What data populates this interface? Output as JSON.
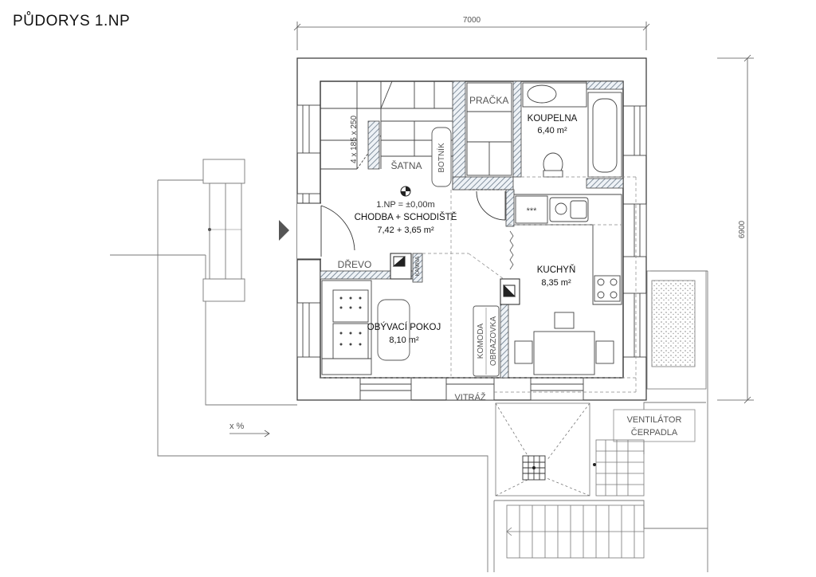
{
  "drawing": {
    "title": "PŮDORYS   1.NP",
    "dim_width": "7000",
    "dim_height": "6900"
  },
  "rooms": {
    "satna": "ŠATNA",
    "pracka": "PRAČKA",
    "botnik": "BOTNÍK",
    "koupelna_name": "KOUPELNA",
    "koupelna_area": "6,40 m²",
    "level": "1.NP  =  ±0,00m",
    "chodba_name": "CHODBA + SCHODIŠTĚ",
    "chodba_area": "7,42 + 3,65 m²",
    "kuchyn_name": "KUCHYŇ",
    "kuchyn_area": "8,35 m²",
    "obyvaci_name": "OBÝVACÍ POKOJ",
    "obyvaci_area": "8,10 m²",
    "drevo": "DŘEVO",
    "kamna": "KAMNA",
    "komoda": "KOMODA",
    "obrazovka": "OBRAZOVKA",
    "vitraz": "VITRÁŽ",
    "stairs": "4 x 185 x 250",
    "slope": "x %",
    "ventilator_1": "VENTILÁTOR",
    "ventilator_2": "ČERPADLA",
    "hob_marks": "***"
  }
}
